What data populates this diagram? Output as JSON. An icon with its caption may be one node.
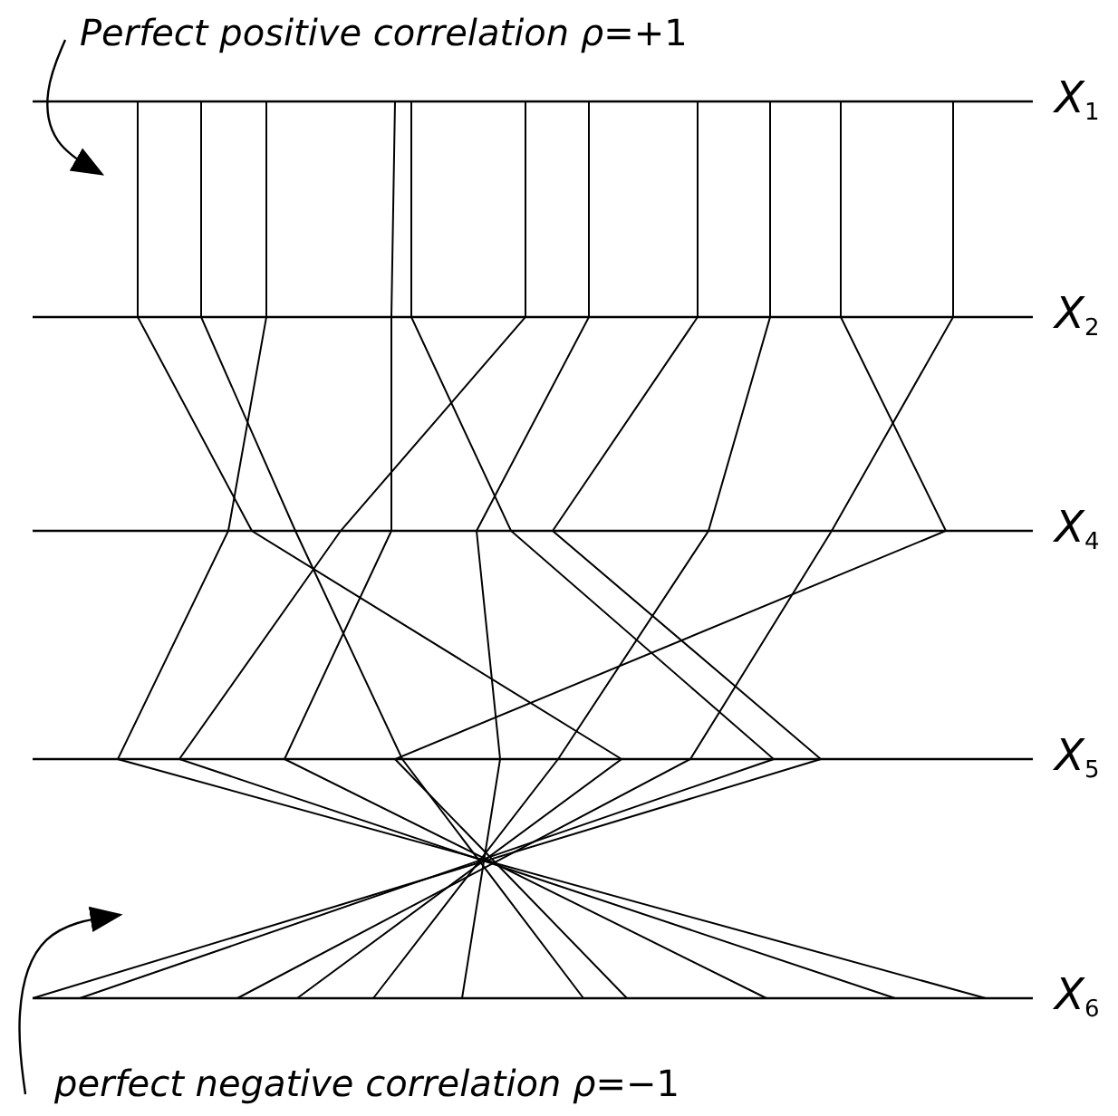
{
  "diagram": {
    "nodes": [
      {
        "text": [
          "*Perfect positive correlation ρ*=+1"
        ]
      },
      {
        "text": [
          "*perfect negative correlation ρ*=−1"
        ]
      }
    ],
    "edges": [
      {
        "from": 0,
        "to": null,
        "arrow": "to"
      },
      {
        "from": 1,
        "to": null,
        "arrow": "to"
      }
    ],
    "labels": [
      "*X*$_{1}$",
      "*X*$_{2}$",
      "*X*$_{4}$",
      "*X*$_{5}$",
      "*X*$_{6}$"
    ]
  }
}
